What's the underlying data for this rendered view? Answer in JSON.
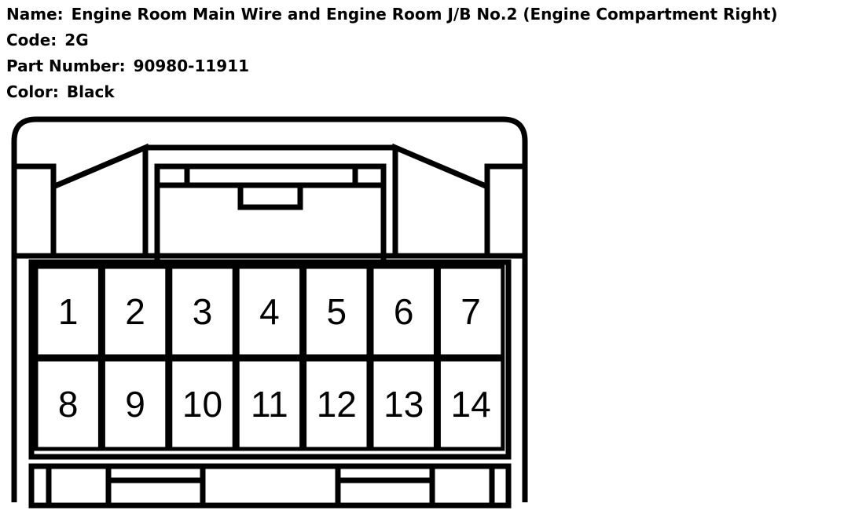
{
  "info": {
    "name_label": "Name:",
    "name_value": "Engine Room Main Wire and Engine Room J/B No.2 (Engine Compartment Right)",
    "code_label": "Code:",
    "code_value": "2G",
    "part_label": "Part Number:",
    "part_value": "90980-11911",
    "color_label": "Color:",
    "color_value": "Black"
  },
  "connector": {
    "pins_top": [
      "1",
      "2",
      "3",
      "4",
      "5",
      "6",
      "7"
    ],
    "pins_bottom": [
      "8",
      "9",
      "10",
      "11",
      "12",
      "13",
      "14"
    ]
  }
}
